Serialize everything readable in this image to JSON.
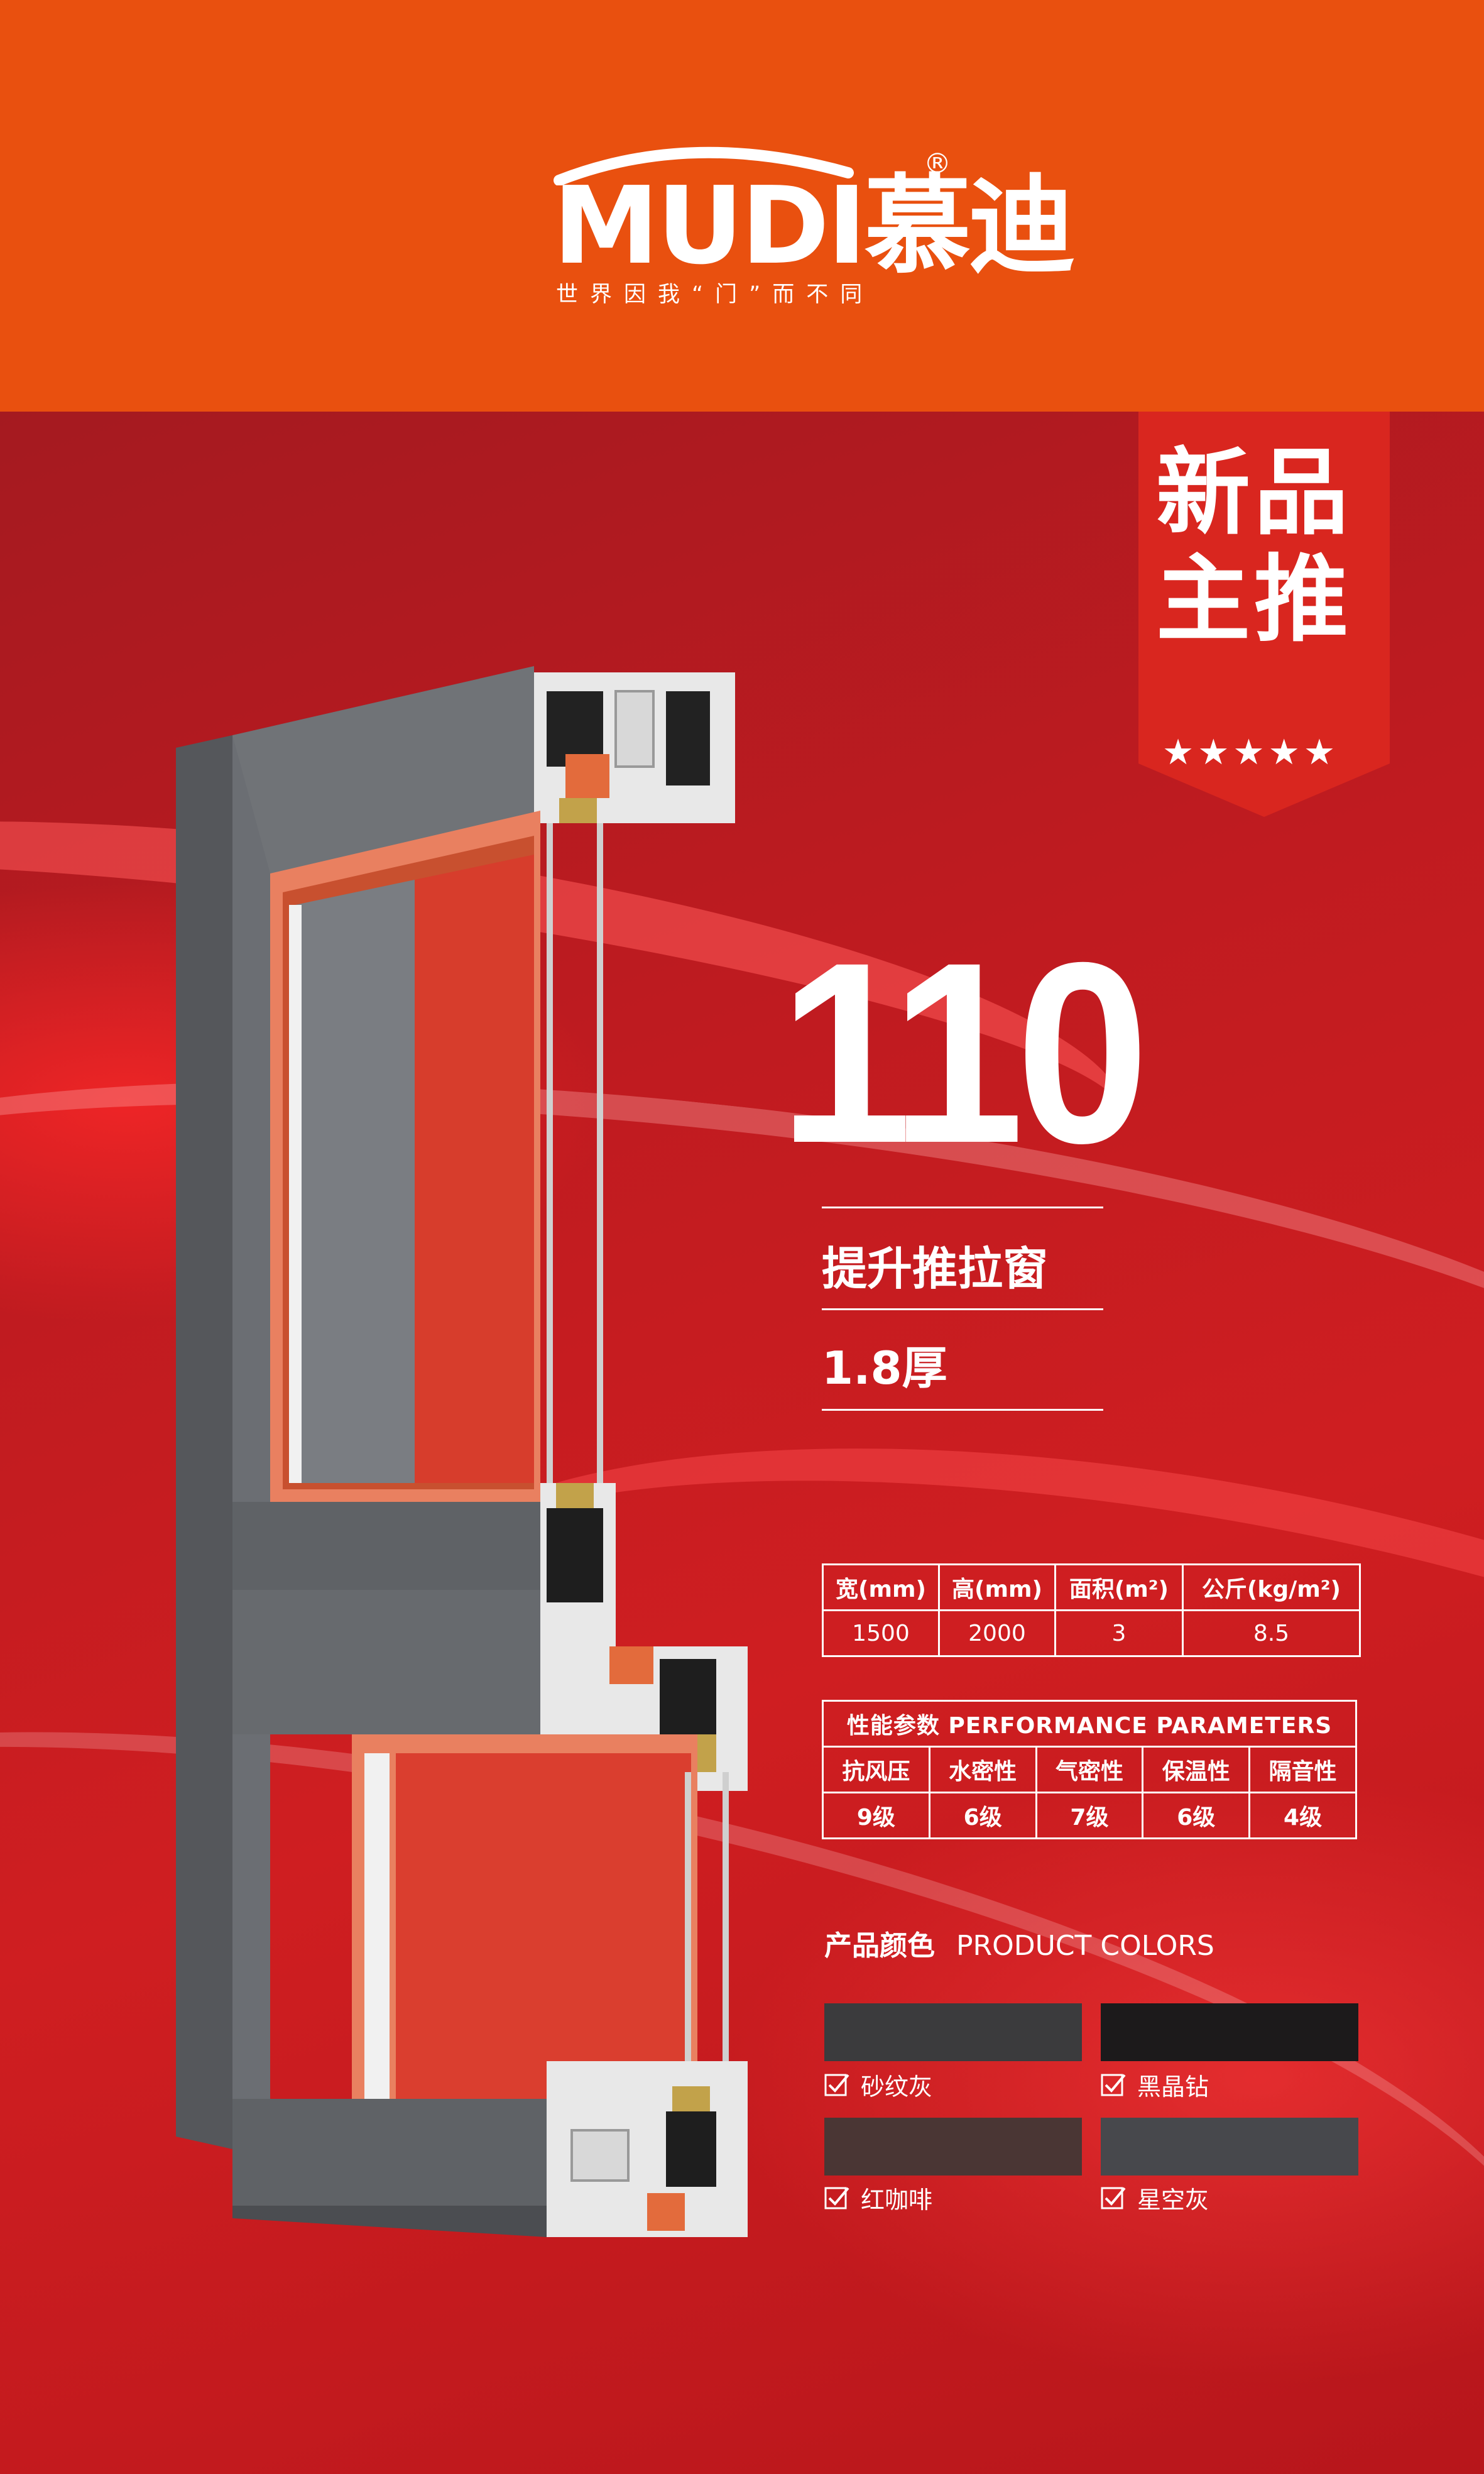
{
  "header": {
    "brand_latin": "MUDI",
    "brand_cn": "慕迪",
    "registered_mark": "®",
    "slogan": "世界因我“门”而不同"
  },
  "badge": {
    "line1": "新品",
    "line2": "主推",
    "stars": "★★★★★"
  },
  "product": {
    "model": "110",
    "type": "提升推拉窗",
    "thickness": "1.8厚"
  },
  "dimensions": {
    "headers": [
      "宽(mm)",
      "高(mm)",
      "面积(m²)",
      "公斤(kg/m²)"
    ],
    "values": [
      "1500",
      "2000",
      "3",
      "8.5"
    ]
  },
  "performance": {
    "title": "性能参数  PERFORMANCE PARAMETERS",
    "headers": [
      "抗风压",
      "水密性",
      "气密性",
      "保温性",
      "隔音性"
    ],
    "values": [
      "9级",
      "6级",
      "7级",
      "6级",
      "4级"
    ]
  },
  "colors": {
    "title_cn": "产品颜色",
    "title_en": "PRODUCT COLORS",
    "items": [
      {
        "name": "砂纹灰",
        "swatch": "#3b3b3d"
      },
      {
        "name": "黑晶钻",
        "swatch": "#1c1a1b"
      },
      {
        "name": "红咖啡",
        "swatch": "#4a3634"
      },
      {
        "name": "星空灰",
        "swatch": "#47484c"
      }
    ]
  },
  "palette": {
    "top_bar": "#e9500f",
    "background_red": "#c81e1e",
    "badge_red": "#d9261f",
    "frame_grey": "#6b6e73"
  }
}
